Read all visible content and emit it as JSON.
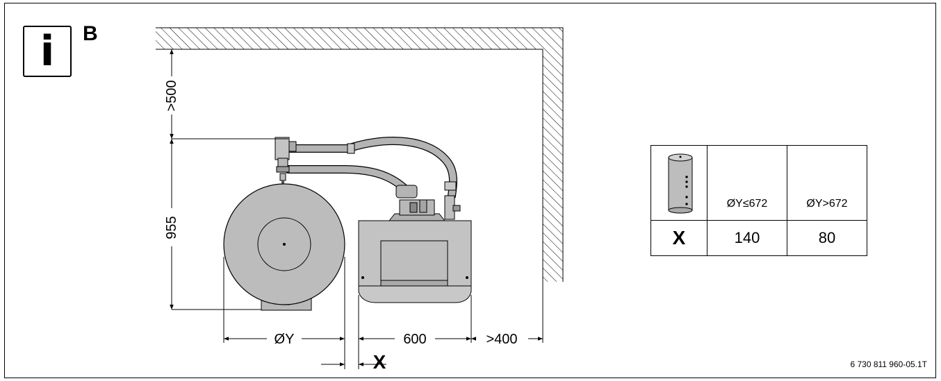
{
  "figure": {
    "info_icon": "info-icon",
    "view_label": "B",
    "document_id": "6 730 811 960-05.1T"
  },
  "dimensions": {
    "top_clearance": ">500",
    "height": "955",
    "tank_diameter": "ØY",
    "boiler_width": "600",
    "side_clearance": ">400",
    "gap_label": "X"
  },
  "table": {
    "header_icon": "cylinder-tank-icon",
    "columns": [
      "ØY≤672",
      "ØY>672"
    ],
    "row_label": "X",
    "values": [
      "140",
      "80"
    ]
  }
}
